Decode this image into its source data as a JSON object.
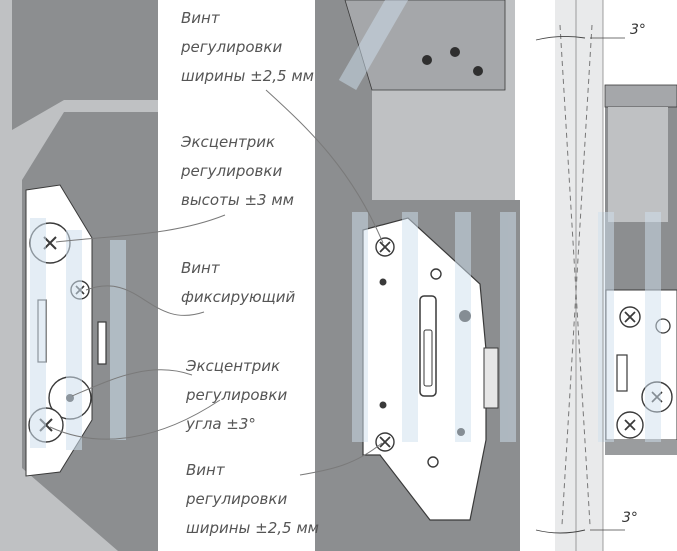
{
  "labels": {
    "width_screw_top": [
      "Винт",
      "регулировки",
      "ширины ±2,5 мм"
    ],
    "height_eccentric": [
      "Эксцентрик",
      "регулировки",
      "высоты ±3 мм"
    ],
    "fixing_screw": [
      "Винт",
      "фиксирующий"
    ],
    "angle_eccentric": [
      "Эксцентрик",
      "регулировки",
      "угла ±3°"
    ],
    "width_screw_bottom": [
      "Винт",
      "регулировки",
      "ширины ±2,5 мм"
    ]
  },
  "angles": {
    "top": "3°",
    "bottom": "3°"
  },
  "colors": {
    "panel_gray": "#8c8e90",
    "panel_gray_dark": "#77797c",
    "panel_light": "#bfc1c3",
    "plate_white": "#ffffff",
    "outline": "#3a3a3a",
    "leader": "#7a7a7a",
    "label_text": "#555555",
    "watermark": "#cfe0ee"
  }
}
